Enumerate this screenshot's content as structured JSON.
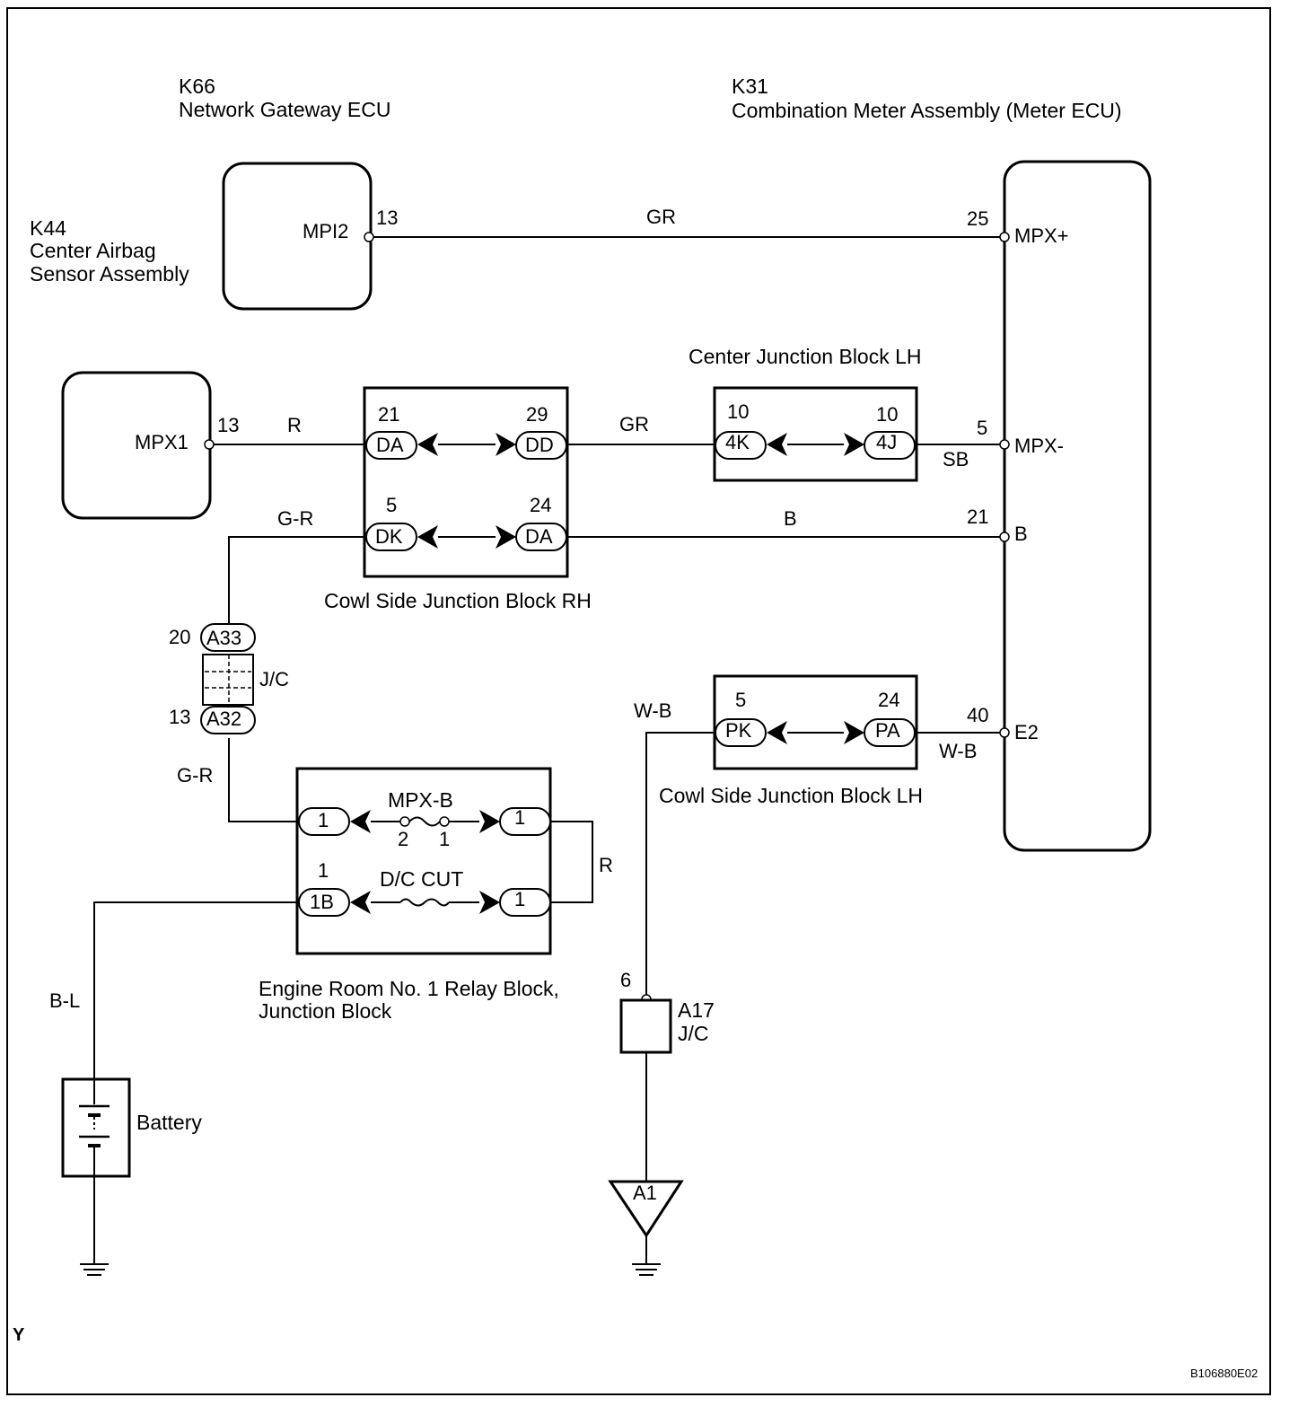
{
  "components": {
    "k66": {
      "code": "K66",
      "name": "Network Gateway ECU",
      "pin_name": "MPI2",
      "pin_no": "13"
    },
    "k31": {
      "code": "K31",
      "name": "Combination Meter Assembly (Meter ECU)",
      "pins": [
        {
          "no": "25",
          "name": "MPX+"
        },
        {
          "no": "5",
          "name": "MPX-"
        },
        {
          "no": "21",
          "name": "B"
        },
        {
          "no": "40",
          "name": "E2"
        }
      ]
    },
    "k44": {
      "code": "K44",
      "name_line1": "Center Airbag",
      "name_line2": "Sensor Assembly",
      "pin_name": "MPX1",
      "pin_no": "13"
    },
    "battery": {
      "name": "Battery"
    },
    "ground_point": {
      "code": "A1"
    },
    "jc_a17": {
      "pin_no": "6",
      "code": "A17",
      "type": "J/C"
    },
    "jc_a33_a32": {
      "top_pin": "20",
      "top_code": "A33",
      "bottom_pin": "13",
      "bottom_code": "A32",
      "type": "J/C"
    }
  },
  "junction_blocks": {
    "center_lh": {
      "title": "Center Junction Block LH",
      "left": {
        "pin": "10",
        "code": "4K"
      },
      "right": {
        "pin": "10",
        "code": "4J"
      }
    },
    "cowl_rh": {
      "title": "Cowl Side Junction Block RH",
      "row1_left": {
        "pin": "21",
        "code": "DA"
      },
      "row1_right": {
        "pin": "29",
        "code": "DD"
      },
      "row2_left": {
        "pin": "5",
        "code": "DK"
      },
      "row2_right": {
        "pin": "24",
        "code": "DA"
      }
    },
    "cowl_lh": {
      "title": "Cowl Side Junction Block LH",
      "left": {
        "pin": "5",
        "code": "PK"
      },
      "right": {
        "pin": "24",
        "code": "PA"
      }
    },
    "engine_room": {
      "title_line1": "Engine Room No. 1 Relay Block,",
      "title_line2": "Junction Block",
      "row1_left_code": "1",
      "row1_right_code": "1",
      "fuse1_name": "MPX-B",
      "fuse1_pin_a": "2",
      "fuse1_pin_b": "1",
      "row2_pin": "1",
      "row2_left_code": "1B",
      "row2_right_code": "1",
      "fuse2_name": "D/C CUT"
    }
  },
  "wire_colors": {
    "mpx_plus": "GR",
    "k44_out": "R",
    "dd_to_4k": "GR",
    "to_mpx_minus": "SB",
    "dk_out": "G-R",
    "da_to_b": "B",
    "a32_out": "G-R",
    "fuse_loop": "R",
    "battery_feed": "B-L",
    "e2_left": "W-B",
    "e2_right": "W-B"
  },
  "corner_mark": "Y",
  "figure_code": "B106880E02"
}
